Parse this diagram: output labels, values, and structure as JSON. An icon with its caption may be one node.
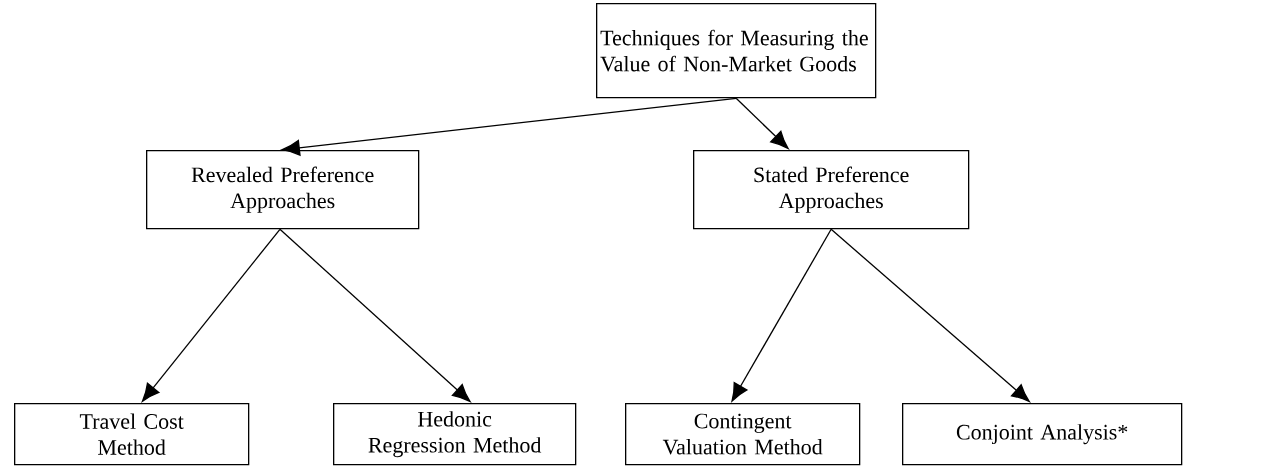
{
  "diagram": {
    "nodes": [
      {
        "text": [
          "Techniques for Measuring the Value of Non-Market Goods"
        ]
      },
      {
        "text": [
          "Revealed Preference Approaches"
        ]
      },
      {
        "text": [
          "Stated Preference Approaches"
        ]
      },
      {
        "text": [
          "Travel Cost Method"
        ]
      },
      {
        "text": [
          "Hedonic Regression Method"
        ]
      },
      {
        "text": [
          "Contingent Valuation Method"
        ]
      },
      {
        "text": [
          "Conjoint Analysis*"
        ]
      }
    ],
    "edges": [
      {
        "from": 0,
        "to": 1,
        "arrow": "to"
      },
      {
        "from": 0,
        "to": 2,
        "arrow": "to"
      },
      {
        "from": 1,
        "to": 3,
        "arrow": "to"
      },
      {
        "from": 1,
        "to": 4,
        "arrow": "to"
      },
      {
        "from": 2,
        "to": 5,
        "arrow": "to"
      },
      {
        "from": 2,
        "to": 6,
        "arrow": "to"
      }
    ]
  }
}
